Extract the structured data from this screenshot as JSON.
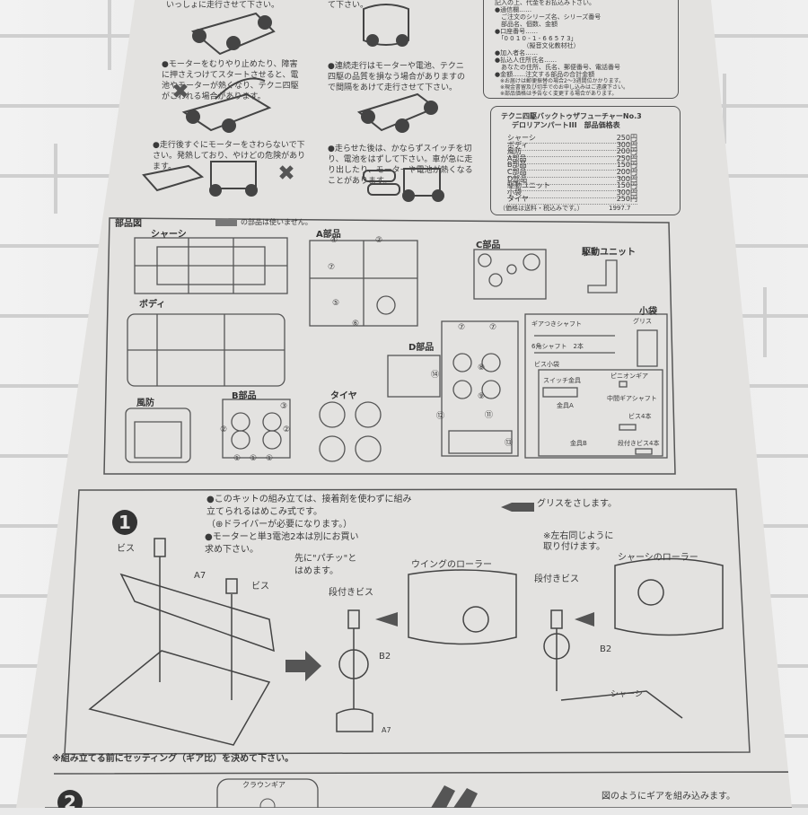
{
  "warnings": {
    "left": [
      "いっしょに走行させて下さい。",
      "●モーターをむりやり止めたり、障害に押さえつけてスタートさせると、電池やモーターが熱くなり、テクニ四駆がこわれる場合があります。",
      "●走行後すぐにモーターをさわらないで下さい。発熱しており、やけどの危険があります。"
    ],
    "right": [
      "て下さい。",
      "●連続走行はモーターや電池、テクニ四駆の品質を損なう場合がありますので間隔をあけて走行させて下さい。",
      "●走らせた後は、かならずスイッチを切り、電池をはずして下さい。車が急に走り出したり、モーターや電池が熱くなることがあります。"
    ]
  },
  "order_info": {
    "lines": [
      "記入の上、代金をお払込み下さい。",
      "●通信欄……",
      "　ご注文のシリーズ名、シリーズ番号",
      "　部品名、個数、金額",
      "●口座番号……",
      "　「0 0 1 0 - 1 - 6 6 5 7 3」",
      "　　　　　（擬音文化教材社）",
      "●加入者名……",
      "●払込人住所氏名……",
      "　あなたの住所、氏名、郵便番号、電話番号",
      "●金額……注文する部品の合計金額"
    ],
    "notes": [
      "※お届けは郵便振替の場合2〜3週間位かかります。",
      "※現金書留及び切手でのお申し込みはご遠慮下さい。",
      "※部品価格は予告なく変更する場合があります。"
    ]
  },
  "price_table": {
    "title": "テクニ四駆バックトゥザフューチャーNo.3",
    "subtitle": "デロリアンパートIII　部品価格表",
    "items": [
      {
        "name": "シャーシ",
        "price": "250円"
      },
      {
        "name": "ボディ",
        "price": "300円"
      },
      {
        "name": "風防",
        "price": "200円"
      },
      {
        "name": "A部品",
        "price": "250円"
      },
      {
        "name": "B部品",
        "price": "150円"
      },
      {
        "name": "C部品",
        "price": "200円"
      },
      {
        "name": "D部品",
        "price": "300円"
      },
      {
        "name": "駆動ユニット",
        "price": "150円"
      },
      {
        "name": "小袋",
        "price": "300円"
      },
      {
        "name": "タイヤ",
        "price": "250円"
      }
    ],
    "footer": "（価格は送料・税込みです。）",
    "date": "1997.7"
  },
  "parts": {
    "title": "部品図",
    "legend": "の部品は使いません。",
    "chassis": "シャーシ",
    "body": "ボディ",
    "windshield": "風防",
    "a": "A部品",
    "b": "B部品",
    "c": "C部品",
    "d": "D部品",
    "tire": "タイヤ",
    "drive": "駆動ユニット",
    "bag": "小袋",
    "bag_items": {
      "gear_shaft": "ギアつきシャフト",
      "hex_shaft": "6角シャフト　2本",
      "grease": "グリス",
      "screw_bag": "ビス小袋",
      "switch": "スイッチ金具",
      "pinion": "ピニオンギア",
      "mid_shaft": "中間ギアシャフト",
      "bracket_a": "金具A",
      "screw4": "ビス4本",
      "bracket_b": "金具B",
      "step_screw4": "段付きビス4本"
    },
    "numbers": {
      "a": [
        "④",
        "②",
        "⑦",
        "⑤",
        "⑥"
      ],
      "b": [
        "③",
        "②",
        "②",
        "①",
        "①",
        "①"
      ],
      "d": [
        "⑦",
        "⑦",
        "⑧",
        "⑨",
        "⑭",
        "⑪",
        "⑫",
        "⑬"
      ]
    }
  },
  "step1": {
    "number": "1",
    "text1": "●このキットの組み立ては、接着剤を使わずに組み立てられるはめこみ式です。\n（⊕ドライバーが必要になります。）",
    "text2": "●モーターと単3電池2本は別にお買い求め下さい。",
    "grease": "グリスをさします。",
    "note": "※左右同じように\n取り付けます。",
    "labels": {
      "screw1": "ビス",
      "a7": "A7",
      "screw2": "ビス",
      "snap": "先に\"パチッ\"と\nはめます。",
      "step_screw": "段付きビス",
      "wing_roller": "ウイングのローラー",
      "b2": "B2",
      "a7b": "A7",
      "step_screw2": "段付きビス",
      "chassis_roller": "シャーシのローラー",
      "b2b": "B2",
      "chassis": "シャーシ"
    }
  },
  "setting_note": "※組み立てる前にセッティング（ギア比）を決めて下さい。",
  "step2": {
    "number": "2",
    "crown": "クラウンギア",
    "text": "図のようにギアを組み込みます。"
  },
  "colors": {
    "paper": "#e3e2e0",
    "ink": "#333333",
    "wall": "#e9e9e9"
  }
}
